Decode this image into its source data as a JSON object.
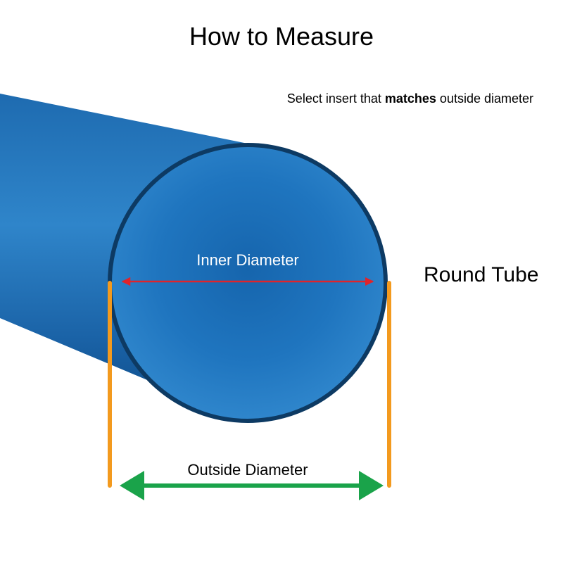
{
  "title": "How to Measure",
  "instruction": {
    "before": "Select insert that ",
    "emphasis": "matches",
    "after": " outside diameter"
  },
  "shape_label": "Round Tube",
  "inner_diameter_label": "Inner Diameter",
  "outside_diameter_label": "Outside Diameter",
  "colors": {
    "tube_fill": "#1f6fb2",
    "tube_outline": "#0d3a63",
    "inner_arrow": "#e0242b",
    "outside_arrow": "#1aa34a",
    "guide_lines": "#f39a1e"
  }
}
